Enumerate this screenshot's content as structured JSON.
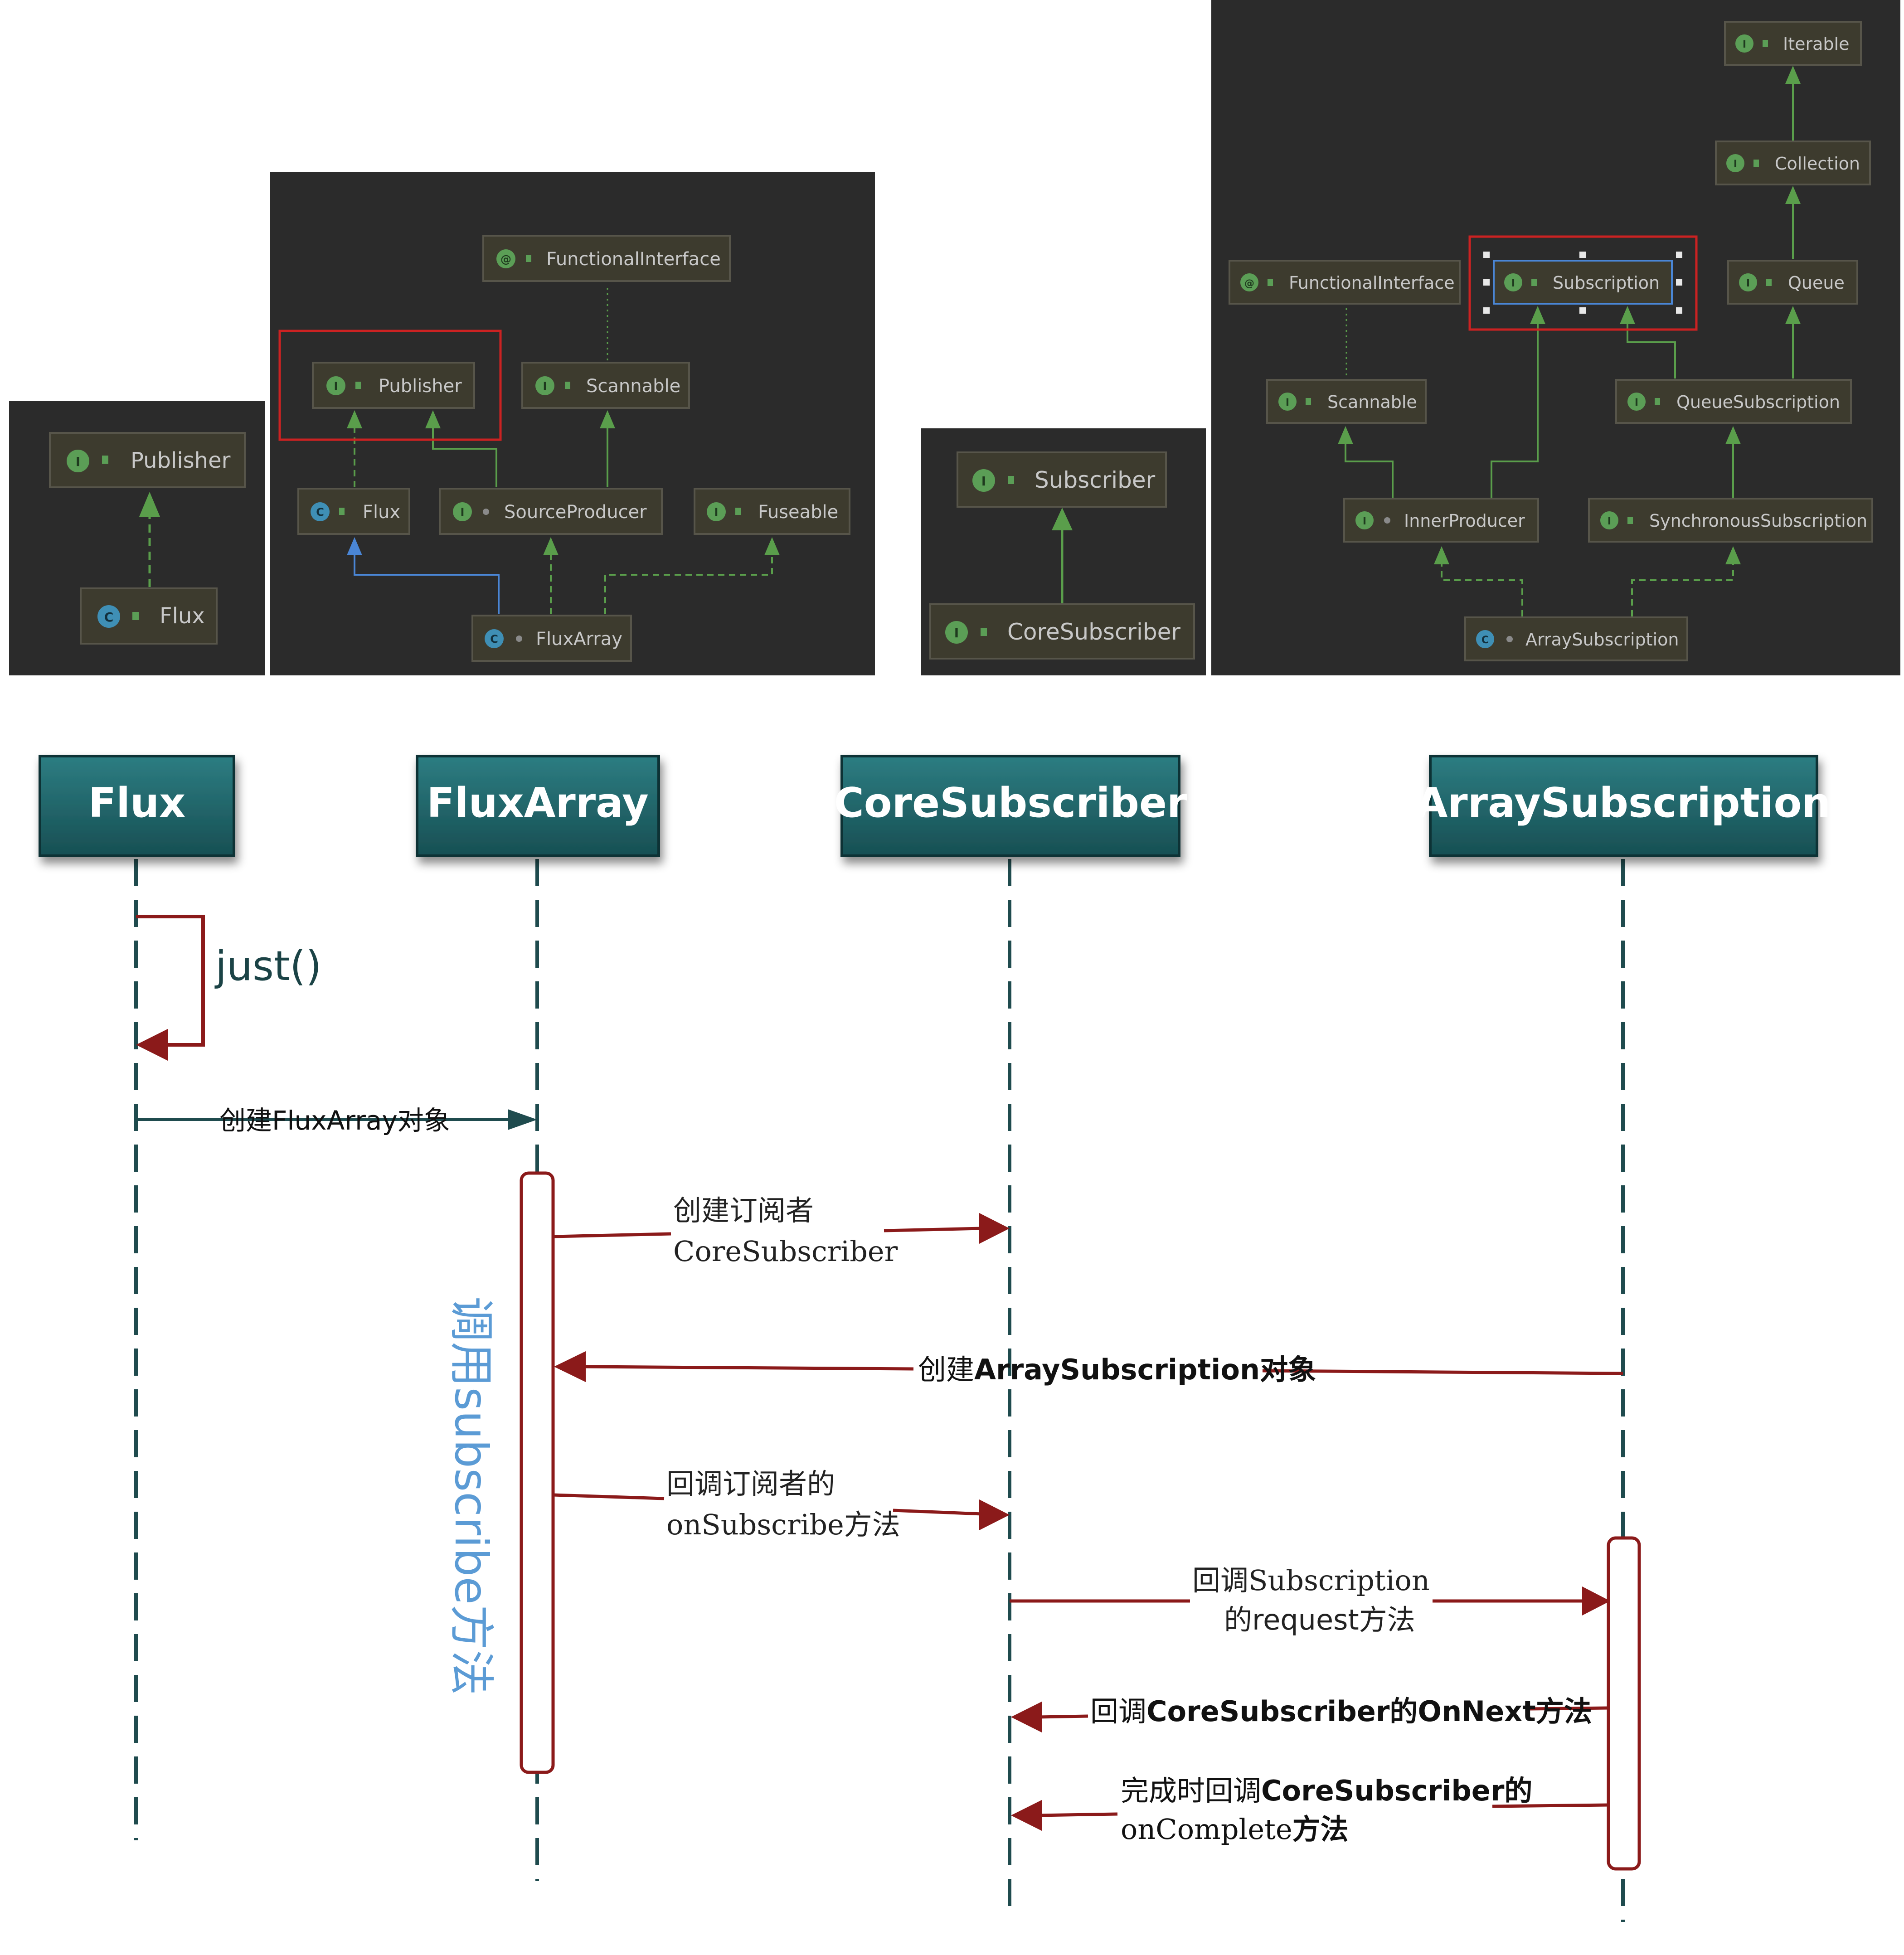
{
  "class_diagrams": {
    "panel1": {
      "nodes": {
        "publisher": "Publisher",
        "flux": "Flux"
      }
    },
    "panel2": {
      "nodes": {
        "functional_interface": "FunctionalInterface",
        "publisher": "Publisher",
        "scannable": "Scannable",
        "flux": "Flux",
        "source_producer": "SourceProducer",
        "fuseable": "Fuseable",
        "flux_array": "FluxArray"
      }
    },
    "panel3": {
      "nodes": {
        "subscriber": "Subscriber",
        "core_subscriber": "CoreSubscriber"
      }
    },
    "panel4": {
      "nodes": {
        "iterable": "Iterable",
        "collection": "Collection",
        "functional_interface": "FunctionalInterface",
        "subscription": "Subscription",
        "queue": "Queue",
        "scannable": "Scannable",
        "queue_subscription": "QueueSubscription",
        "inner_producer": "InnerProducer",
        "synchronous_subscription": "SynchronousSubscription",
        "array_subscription": "ArraySubscription"
      }
    },
    "badges": {
      "interface": "I",
      "class": "C",
      "annotation": "@"
    }
  },
  "sequence": {
    "lifelines": [
      "Flux",
      "FluxArray",
      "CoreSubscriber",
      "ArraySubscription"
    ],
    "activation_label": "调用subscribe方法",
    "messages": {
      "just": "just()",
      "create_flux_array": {
        "cn1": "创建",
        "en": "FluxArray",
        "cn2": "对象"
      },
      "create_subscriber": {
        "line1": "创建订阅者",
        "line2": "CoreSubscriber"
      },
      "create_array_subscription": {
        "cn1": "创建",
        "en": "ArraySubscription",
        "cn2": "对象"
      },
      "on_subscribe": {
        "line1": "回调订阅者的",
        "line2": "onSubscribe方法"
      },
      "request": {
        "line1": "回调Subscription",
        "line2_cn1": "的",
        "line2_en": "request",
        "line2_cn2": "方法"
      },
      "on_next": {
        "cn1": "回调",
        "en": "CoreSubscriber的OnNext方法"
      },
      "on_complete": {
        "line1_cn": "完成时回调",
        "line1_en": "CoreSubscriber的",
        "line2_en": "onComplete",
        "line2_cn": "方法"
      }
    }
  },
  "colors": {
    "panel_bg": "#2b2b2b",
    "node_bg": "#3d3b2e",
    "arrow_green": "#5a9e4b",
    "arrow_blue": "#4a86d6",
    "highlight_red": "#cc2222",
    "header_teal": "#1d6166",
    "lifeline": "#1f4b4e",
    "message_red": "#8b1a1a",
    "activation_label_blue": "#5b9bd5"
  }
}
